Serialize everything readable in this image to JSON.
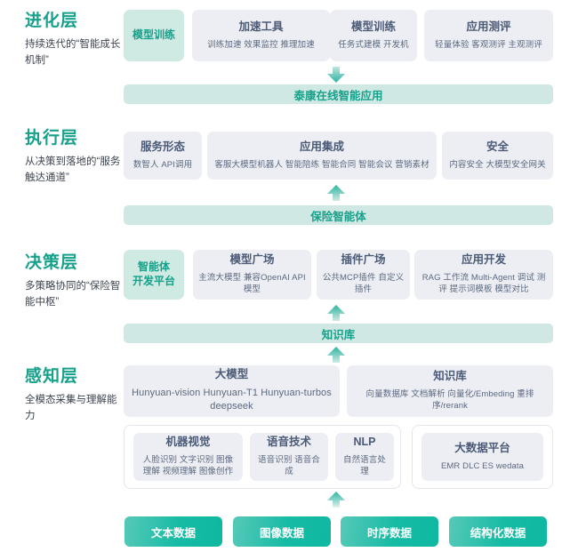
{
  "diagram": {
    "title": "泰康在线 AI 分层架构",
    "accent_color": "#17a08a",
    "card_bg": "#eceef3",
    "bar_bg": "#cfe8e4",
    "chip_gradient_from": "#57c9b9",
    "chip_gradient_to": "#0fb8a0"
  },
  "layers": [
    {
      "id": "evolution",
      "title": "进化层",
      "desc": "持续迭代的“智能成长机制”",
      "cards": [
        {
          "title": "模型训练",
          "sub": "",
          "style": "teal"
        },
        {
          "title": "加速工具",
          "sub": "训练加速 效果监控 推理加速",
          "style": "plain"
        },
        {
          "title": "模型训练",
          "sub": "任务式建模 开发机",
          "style": "plain"
        },
        {
          "title": "应用测评",
          "sub": "轻量体验 客观测评 主观测评",
          "style": "plain"
        }
      ],
      "bar": "泰康在线智能应用",
      "arrow_direction": "down"
    },
    {
      "id": "execution",
      "title": "执行层",
      "desc": "从决策到落地的“服务触达通道”",
      "cards": [
        {
          "title": "服务形态",
          "sub": "数智人 API调用",
          "style": "plain"
        },
        {
          "title": "应用集成",
          "sub": "客服大模型机器人 智能陪练 智能合同 智能会议 营销素材",
          "style": "plain"
        },
        {
          "title": "安全",
          "sub": "内容安全 大模型安全网关",
          "style": "plain"
        }
      ],
      "bar": "保险智能体",
      "arrow_direction": "up"
    },
    {
      "id": "decision",
      "title": "决策层",
      "desc": "多策略协同的“保险智能中枢”",
      "cards": [
        {
          "title": "智能体\n开发平台",
          "sub": "",
          "style": "teal"
        },
        {
          "title": "模型广场",
          "sub": "主流大模型    兼容OpenAI API模型",
          "style": "plain"
        },
        {
          "title": "插件广场",
          "sub": "公共MCP插件 自定义插件",
          "style": "plain"
        },
        {
          "title": "应用开发",
          "sub": "RAG 工作流 Multi-Agent 调试 测评 提示词模板 模型对比",
          "style": "plain"
        }
      ],
      "bar": "知识库",
      "arrow_direction": "up"
    },
    {
      "id": "perception",
      "title": "感知层",
      "desc": "全模态采集与理解能力",
      "top_cards": [
        {
          "title": "大模型",
          "sub": "Hunyuan-vision Hunyuan-T1 Hunyuan-turbos deepseek"
        },
        {
          "title": "知识库",
          "sub": "向量数据库 文档解析 向量化/Embeding 重排序/rerank"
        }
      ],
      "bottom_cards": [
        {
          "title": "机器视觉",
          "sub": "人脸识别 文字识别 图像理解 视频理解 图像创作"
        },
        {
          "title": "语音技术",
          "sub": "语音识别 语音合成"
        },
        {
          "title": "NLP",
          "sub": "自然语言处理"
        },
        {
          "title": "大数据平台",
          "sub": "EMR DLC ES wedata"
        }
      ]
    }
  ],
  "data_chips": [
    {
      "label": "文本数据"
    },
    {
      "label": "图像数据"
    },
    {
      "label": "时序数据"
    },
    {
      "label": "结构化数据"
    }
  ],
  "icons": {
    "arrow_up": "arrow-up-icon",
    "arrow_down": "arrow-down-icon"
  }
}
